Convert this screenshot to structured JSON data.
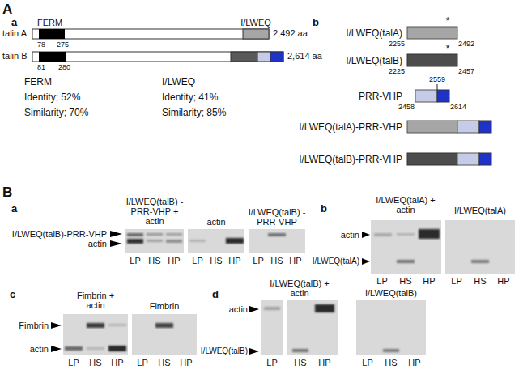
{
  "diagram": {
    "labels": [
      "A",
      "a",
      "FERM",
      "I/LWEQ",
      "talin A",
      "2,492 aa",
      "78",
      "275",
      "talin B",
      "2,614 aa",
      "81",
      "280",
      "FERM",
      "I/LWEQ",
      "Identity; 52%",
      "Identity; 41%",
      "Similarity; 70%",
      "Similarity; 85%",
      "b",
      "*",
      "I/LWEQ(talA)",
      "2255",
      "2492",
      "*",
      "I/LWEQ(talB)",
      "2225",
      "2457",
      "2559",
      "PRR-VHP",
      "2458",
      "2614",
      "I/LWEQ(talA)-PRR-VHP",
      "I/LWEQ(talB)-PRR-VHP",
      "B",
      "a",
      "I/LWEQ(talB) -PRR-VHP + actin",
      "actin",
      "I/LWEQ(talB) -PRR-VHP",
      "I/LWEQ(talB)-PRR-VHP",
      "actin",
      "LP",
      "HS",
      "HP",
      "LP",
      "HS",
      "HP",
      "LP",
      "HS",
      "HP",
      "b",
      "I/LWEQ(talA) + actin",
      "I/LWEQ(talA)",
      "actin",
      "I/LWEQ(talA)",
      "LP",
      "HS",
      "HP",
      "LP",
      "HS",
      "HP",
      "c",
      "Fimbrin + actin",
      "Fimbrin",
      "Fimbrin",
      "actin",
      "LP",
      "HS",
      "HP",
      "LP",
      "HS",
      "HP",
      "d",
      "I/LWEQ(talB) + actin",
      "I/LWEQ(talB)",
      "actin",
      "I/LWEQ(talB)",
      "LP",
      "HS",
      "HP",
      "LP",
      "HS",
      "HP"
    ]
  }
}
